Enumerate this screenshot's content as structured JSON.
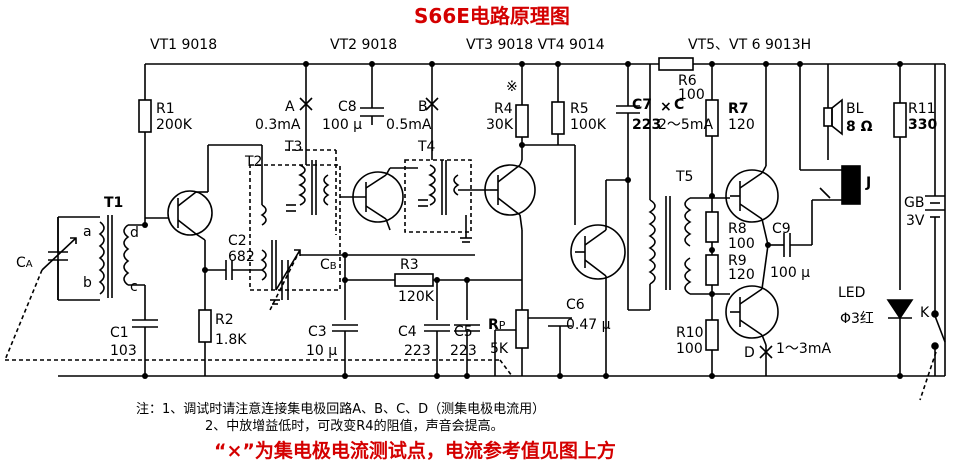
{
  "title": "S66E电路原理图",
  "header_labels": {
    "vt1": "VT1 9018",
    "vt2": "VT2 9018",
    "vt3_vt4": "VT3 9018 VT4 9014",
    "vt5_vt6": "VT5、VT 6 9013H"
  },
  "components": {
    "r1_name": "R1",
    "r1_value": "200K",
    "r2_name": "R2",
    "r2_value": "1.8K",
    "r3_name": "R3",
    "r3_value": "120K",
    "r4_mark": "※",
    "r4_name": "R4",
    "r4_value": "30K",
    "r5_name": "R5",
    "r5_value": "100K",
    "r6_name": "R6",
    "r6_value": "100",
    "r7_name": "R7",
    "r7_value": "120",
    "r8_name": "R8",
    "r8_value": "100",
    "r9_name": "R9",
    "r9_value": "120",
    "r10_name": "R10",
    "r10_value": "100",
    "r11_name": "R11",
    "r11_value": "330",
    "rp_name": "R",
    "rp_sub": "P",
    "rp_value": "5K",
    "c1_name": "C1",
    "c1_value": "103",
    "c2_name": "C2",
    "c2_value": "682",
    "c3_name": "C3",
    "c3_value": "10 μ",
    "c4_name": "C4",
    "c4_value": "223",
    "c5_name": "C5",
    "c5_value": "223",
    "c6_name": "C6",
    "c6_value": "0.47 μ",
    "c7_name": "C7",
    "c7_value": "223",
    "c8_name": "C8",
    "c8_value": "100 μ",
    "c9_name": "C9",
    "c9_value": "100 μ",
    "ca_name": "C",
    "ca_sub": "A",
    "cb_name": "C",
    "cb_sub": "B",
    "t1_name": "T1",
    "t2_name": "T2",
    "t3_name": "T3",
    "t4_name": "T4",
    "t5_name": "T5",
    "t1_a": "a",
    "t1_b": "b",
    "t1_c": "c",
    "t1_d": "d",
    "bl_name": "BL",
    "bl_value": "8 Ω",
    "gb_name": "GB",
    "gb_value": "3V",
    "jack_name": "J",
    "led_name": "LED",
    "led_value": "Φ3红",
    "switch_name": "K"
  },
  "test_points": {
    "a_name": "A",
    "a_current": "0.3mA",
    "b_name": "B",
    "b_current": "0.5mA",
    "c_name": "C",
    "c_current": "2～5mA",
    "d_name": "D",
    "d_current": "1～3mA",
    "mark": "×"
  },
  "notes": {
    "line1": "注：1、调试时请注意连接集电极回路A、B、C、D（测集电极电流用）",
    "line2": "2、中放增益低时，可改变R4的阻值，声音会提高。",
    "footer": "“×”为集电极电流测试点，电流参考值见图上方"
  },
  "colors": {
    "ink": "#000000",
    "accent": "#d40000"
  }
}
